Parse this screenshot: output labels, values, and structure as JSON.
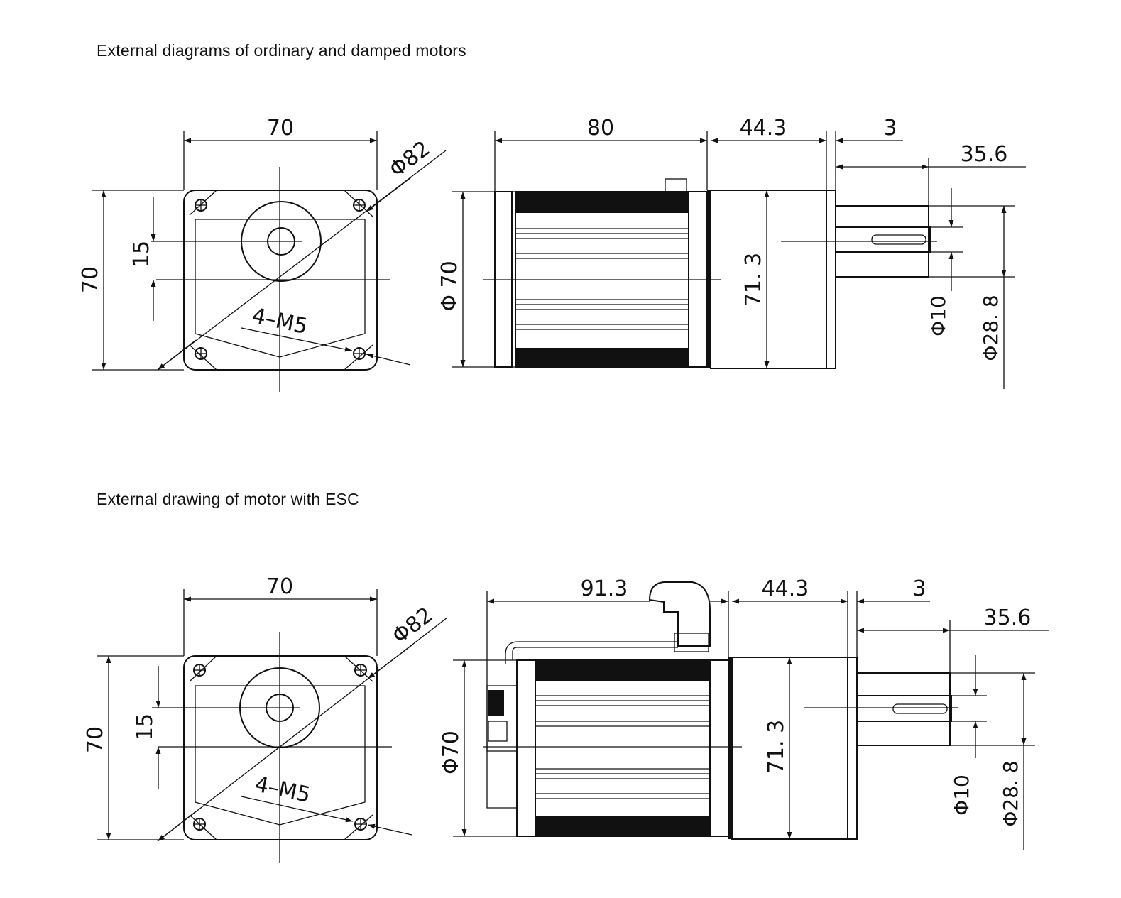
{
  "headings": {
    "top": "External diagrams of ordinary and damped motors",
    "bottom": "External drawing of motor with ESC"
  },
  "top_front": {
    "width": "70",
    "height": "70",
    "center_offset": "15",
    "diameter": "Φ82",
    "holes": "4–M5"
  },
  "top_side": {
    "body_length": "80",
    "gearbox_length": "44.3",
    "flange": "3",
    "shaft_length": "35.6",
    "body_dia": "Φ 70",
    "gearbox_height": "71. 3",
    "shaft_dia": "Φ10",
    "boss_dia": "Φ28. 8"
  },
  "bottom_front": {
    "width": "70",
    "height": "70",
    "center_offset": "15",
    "diameter": "Φ82",
    "holes": "4–M5"
  },
  "bottom_side": {
    "body_length": "91.3",
    "gearbox_length": "44.3",
    "flange": "3",
    "shaft_length": "35.6",
    "body_dia": "Φ70",
    "gearbox_height": "71. 3",
    "shaft_dia": "Φ10",
    "boss_dia": "Φ28. 8"
  }
}
